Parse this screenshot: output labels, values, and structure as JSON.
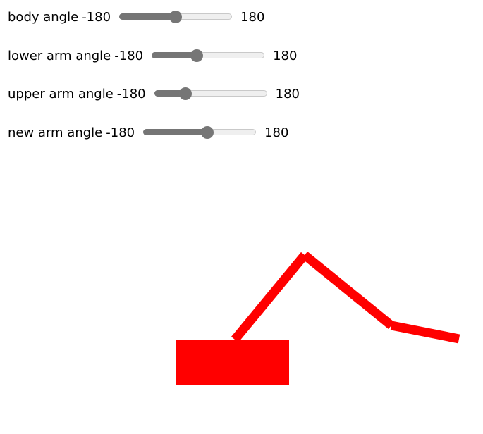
{
  "controls": [
    {
      "label": "body angle",
      "min": "-180",
      "max": "180",
      "level_percent": 50
    },
    {
      "label": "lower arm angle",
      "min": "-180",
      "max": "180",
      "level_percent": 40
    },
    {
      "label": "upper arm angle",
      "min": "-180",
      "max": "180",
      "level_percent": 28
    },
    {
      "label": "new arm angle",
      "min": "-180",
      "max": "180",
      "level_percent": 57
    }
  ],
  "colors": {
    "arm": "#ff0000",
    "body": "#ff0000",
    "slider_fill": "#757575",
    "slider_track": "#efefef"
  }
}
